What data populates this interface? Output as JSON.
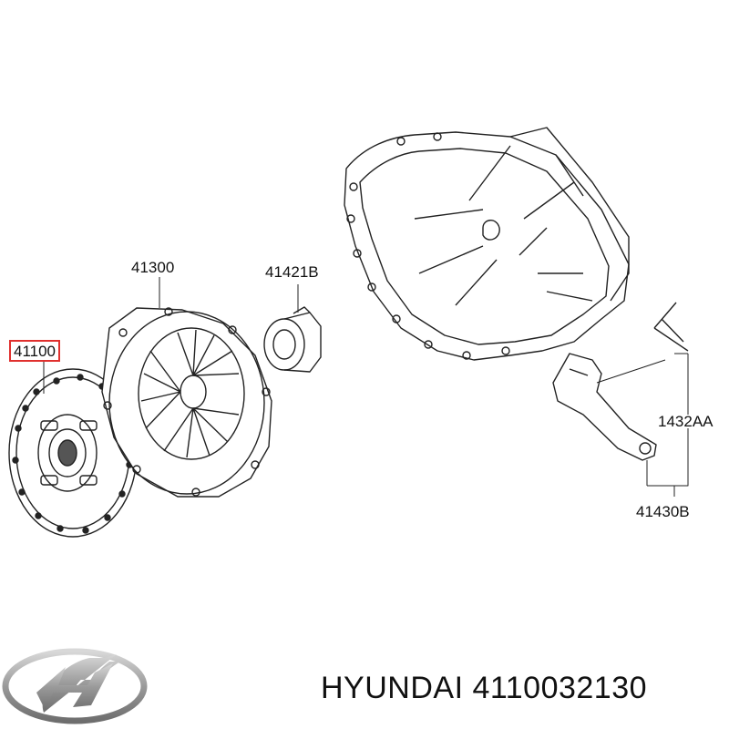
{
  "callouts": {
    "clutch_disc": "41100",
    "clutch_cover": "41300",
    "release_bearing": "41421B",
    "fork_pin": "1432AA",
    "release_fork": "41430B"
  },
  "brand": {
    "logo": "hyundai-logo",
    "part_line": "HYUNDAI 4110032130"
  },
  "colors": {
    "line": "#222222",
    "highlight_box": "#e0302e",
    "logo_silver": "#9a9a9a"
  }
}
